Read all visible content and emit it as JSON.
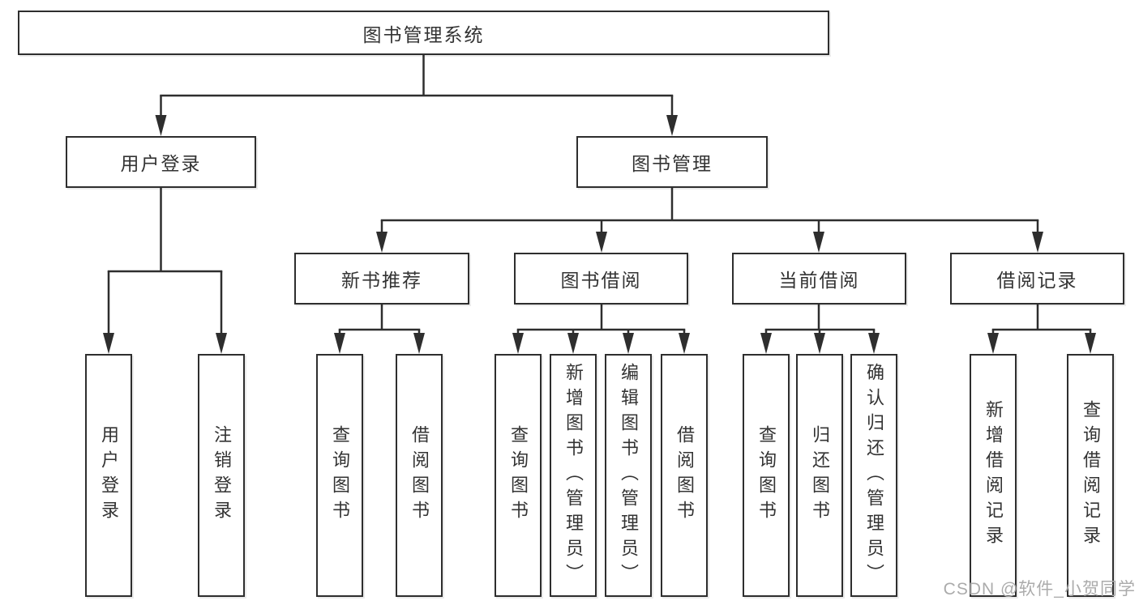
{
  "tree": {
    "label": "图书管理系统",
    "children": [
      {
        "label": "用户登录",
        "children": [
          {
            "label": "用户登录"
          },
          {
            "label": "注销登录"
          }
        ]
      },
      {
        "label": "图书管理",
        "children": [
          {
            "label": "新书推荐",
            "children": [
              {
                "label": "查询图书"
              },
              {
                "label": "借阅图书"
              }
            ]
          },
          {
            "label": "图书借阅",
            "children": [
              {
                "label": "查询图书"
              },
              {
                "label": "新增图书（管理员）"
              },
              {
                "label": "编辑图书（管理员）"
              },
              {
                "label": "借阅图书"
              }
            ]
          },
          {
            "label": "当前借阅",
            "children": [
              {
                "label": "查询图书"
              },
              {
                "label": "归还图书"
              },
              {
                "label": "确认归还（管理员）"
              }
            ]
          },
          {
            "label": "借阅记录",
            "children": [
              {
                "label": "新增借阅记录"
              },
              {
                "label": "查询借阅记录"
              }
            ]
          }
        ]
      }
    ]
  },
  "watermark": {
    "text": "CSDN @软件_小贺同学"
  },
  "colors": {
    "line": "#2e2e2e",
    "text": "#333333",
    "watermark": "#ababab",
    "background": "#ffffff"
  }
}
